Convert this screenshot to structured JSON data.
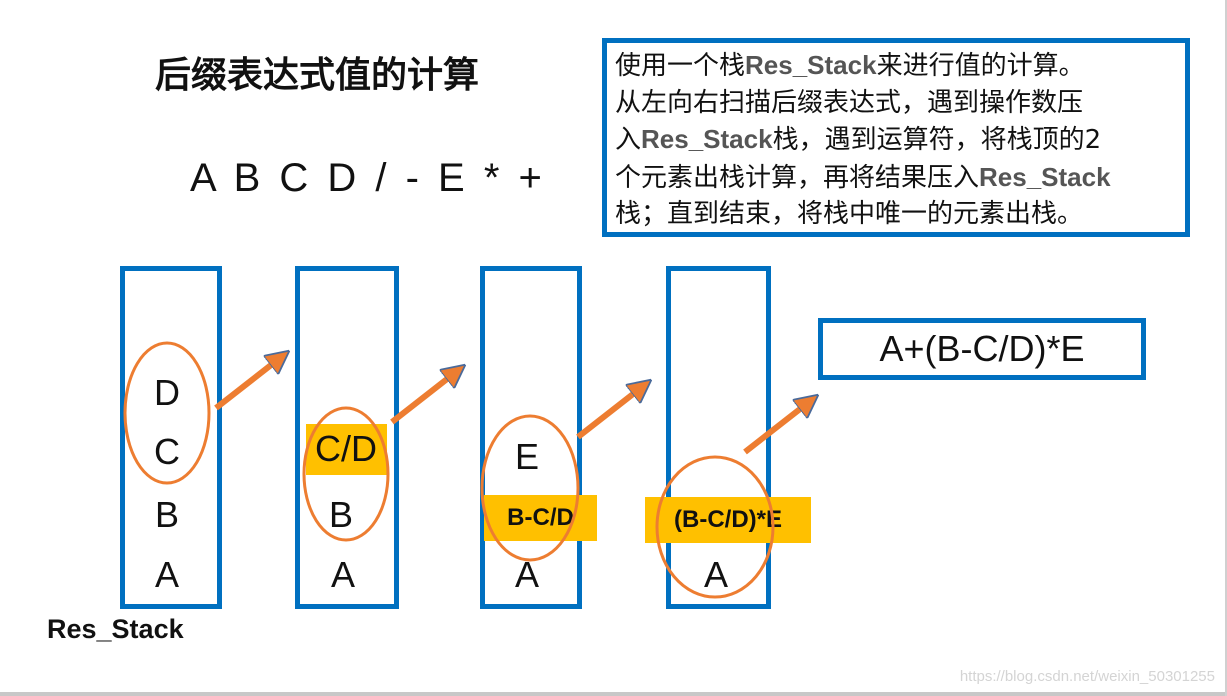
{
  "title": "后缀表达式值的计算",
  "expression": "A B C D / - E * +",
  "description": {
    "lines": [
      [
        "使用一个栈",
        "Res_Stack",
        "来进行值的计算。"
      ],
      [
        "从左向右扫描后缀表达式，遇到操作数压",
        "",
        ""
      ],
      [
        "入",
        "Res_Stack",
        "栈，遇到运算符，将栈顶的2"
      ],
      [
        "个元素出栈计算，再将结果压入",
        "Res_Stack",
        ""
      ],
      [
        "栈；直到结束，将栈中唯一的元素出栈。",
        "",
        ""
      ]
    ]
  },
  "stacks": [
    {
      "items": [
        "D",
        "C",
        "B",
        "A"
      ]
    },
    {
      "items": [
        "C/D",
        "B",
        "A"
      ]
    },
    {
      "items": [
        "E",
        "B-C/D",
        "A"
      ]
    },
    {
      "items": [
        "(B-C/D)*E",
        "A"
      ]
    }
  ],
  "stack_label": "Res_Stack",
  "result": "A+(B-C/D)*E",
  "watermark": "https://blog.csdn.net/weixin_50301255",
  "colors": {
    "border": "#0070c0",
    "highlight": "#ffc000",
    "ellipse": "#ed7d31"
  }
}
